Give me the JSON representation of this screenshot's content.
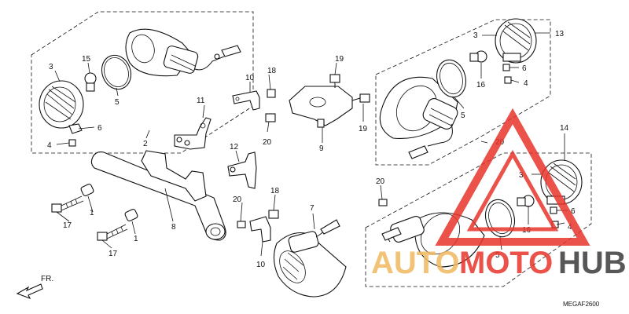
{
  "diagram": {
    "callouts": {
      "c_3a": "3",
      "c_15": "15",
      "c_5a": "5",
      "c_6a": "6",
      "c_4a": "4",
      "c_2": "2",
      "c_11": "11",
      "c_10a": "10",
      "c_18a": "18",
      "c_20a": "20",
      "c_19a": "19",
      "c_9": "9",
      "c_19b": "19",
      "c_12": "12",
      "c_20b": "20",
      "c_18b": "18",
      "c_7": "7",
      "c_10b": "10",
      "c_1a": "1",
      "c_17a": "17",
      "c_1b": "1",
      "c_17b": "17",
      "c_8": "8",
      "c_3b": "3",
      "c_13": "13",
      "c_6b": "6",
      "c_16a": "16",
      "c_4b": "4",
      "c_5b": "5",
      "c_20c": "20",
      "c_14": "14",
      "c_3c": "3",
      "c_6c": "6",
      "c_4c": "4",
      "c_16b": "16",
      "c_5c": "5",
      "c_20d": "20"
    },
    "direction_label": "FR.",
    "code": "MEGAF2600"
  },
  "watermark": {
    "prefix": "AUTO",
    "middle": "MOTO",
    "suffix": "HUB",
    "accent": "#e8342a",
    "secondary": "#f0b860"
  }
}
